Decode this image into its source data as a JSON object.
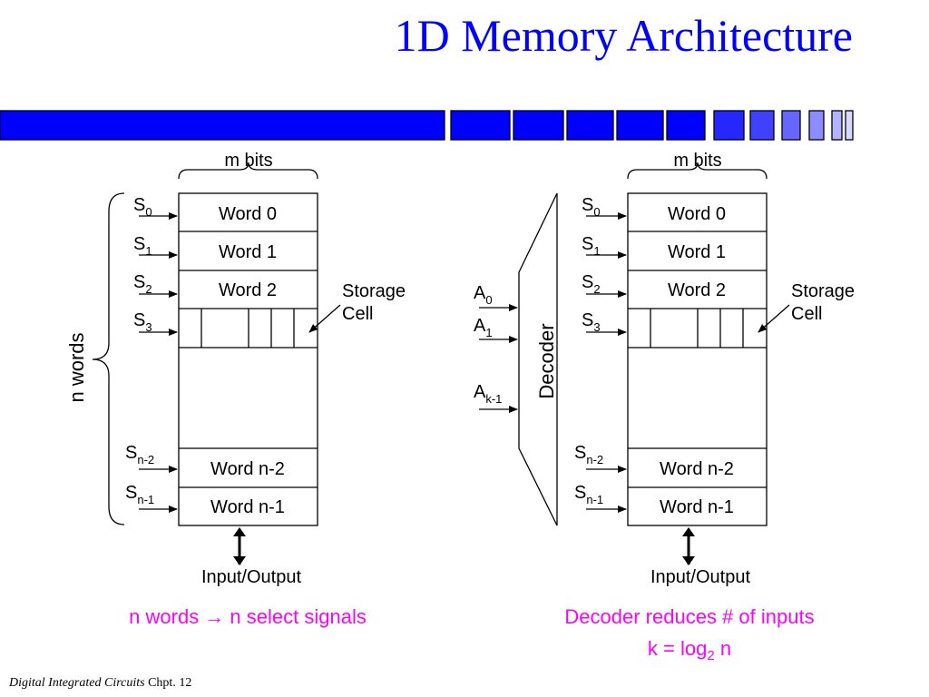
{
  "slide": {
    "title": "1D Memory Architecture",
    "footer": {
      "course": "Digital Integrated Circuits",
      "chapter": "Chpt. 12"
    },
    "colors": {
      "title": "#0000ff",
      "bar": "#0000ff",
      "caption": "#ff00ff"
    }
  },
  "left": {
    "width_label": "m bits",
    "height_label": "n words",
    "words": [
      "Word 0",
      "Word 1",
      "Word 2",
      "Word n-2",
      "Word n-1"
    ],
    "selects": [
      {
        "base": "S",
        "sub": "0"
      },
      {
        "base": "S",
        "sub": "1"
      },
      {
        "base": "S",
        "sub": "2"
      },
      {
        "base": "S",
        "sub": "3"
      },
      {
        "base": "S",
        "sub": "n-2"
      },
      {
        "base": "S",
        "sub": "n-1"
      }
    ],
    "storage_label": [
      "Storage",
      "Cell"
    ],
    "io_label": "Input/Output",
    "caption": "n words → n select signals"
  },
  "right": {
    "width_label": "m bits",
    "words": [
      "Word 0",
      "Word 1",
      "Word 2",
      "Word n-2",
      "Word n-1"
    ],
    "selects": [
      {
        "base": "S",
        "sub": "0"
      },
      {
        "base": "S",
        "sub": "1"
      },
      {
        "base": "S",
        "sub": "2"
      },
      {
        "base": "S",
        "sub": "3"
      },
      {
        "base": "S",
        "sub": "n-2"
      },
      {
        "base": "S",
        "sub": "n-1"
      }
    ],
    "addresses": [
      {
        "base": "A",
        "sub": "0"
      },
      {
        "base": "A",
        "sub": "1"
      },
      {
        "base": "A",
        "sub": "k-1"
      }
    ],
    "decoder_label": "Decoder",
    "storage_label": [
      "Storage",
      "Cell"
    ],
    "io_label": "Input/Output",
    "caption_line1": "Decoder reduces # of inputs",
    "caption_line2": {
      "prefix": "k = log",
      "sub": "2",
      "suffix": " n"
    }
  }
}
